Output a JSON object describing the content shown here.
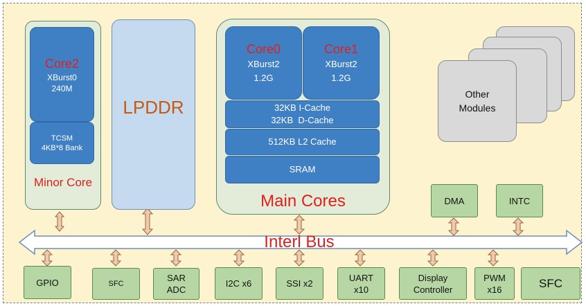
{
  "minor_core": {
    "core_name": "Core2",
    "core_arch": "XBurst0",
    "core_freq": "240M",
    "tcsm_line1": "TCSM",
    "tcsm_line2": "4KB*8 Bank",
    "label": "Minor Core"
  },
  "memory": {
    "label": "LPDDR"
  },
  "main_cores": {
    "core0_name": "Core0",
    "core0_arch": "XBurst2",
    "core0_freq": "1.2G",
    "core1_name": "Core1",
    "core1_arch": "XBurst2",
    "core1_freq": "1.2G",
    "icache": "32KB I-Cache",
    "dcache": "32KB  D-Cache",
    "l2": "512KB L2 Cache",
    "sram": "SRAM",
    "label": "Main Cores"
  },
  "other_modules": {
    "line1": "Other",
    "line2": "Modules"
  },
  "dma": "DMA",
  "intc": "INTC",
  "bus_label": "Interl Bus",
  "peripherals": [
    {
      "line1": "GPIO",
      "line2": ""
    },
    {
      "line1": "SFC",
      "line2": ""
    },
    {
      "line1": "SAR",
      "line2": "ADC"
    },
    {
      "line1": "I2C x6",
      "line2": ""
    },
    {
      "line1": "SSI x2",
      "line2": ""
    },
    {
      "line1": "UART",
      "line2": "x10"
    },
    {
      "line1": "Display",
      "line2": "Controller"
    },
    {
      "line1": "PWM",
      "line2": "x16"
    }
  ],
  "overflow_text": "SFC",
  "colors": {
    "background": "#fdf3cf",
    "core_blue": "#3f7fc4",
    "label_red": "#e0201e",
    "peripheral_green": "#b6d7a3",
    "arrow_orange": "#f3c9a6"
  }
}
